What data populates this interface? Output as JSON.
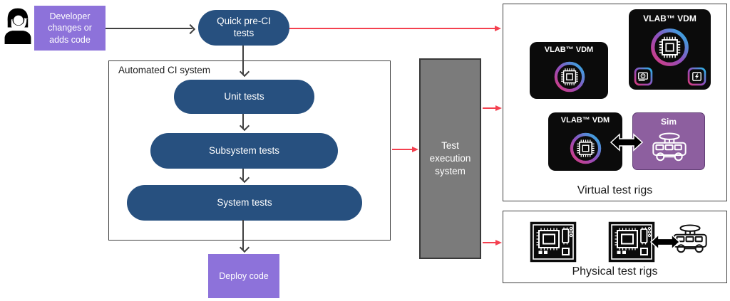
{
  "developer_box": {
    "label": "Developer changes or adds code"
  },
  "pre_ci_pill": {
    "label": "Quick pre-CI tests"
  },
  "ci_system": {
    "title": "Automated CI system",
    "stages": [
      "Unit tests",
      "Subsystem tests",
      "System tests"
    ]
  },
  "deploy_box": {
    "label": "Deploy code"
  },
  "test_execution": {
    "label": "Test execution system"
  },
  "virtual_rigs": {
    "title": "Virtual test rigs",
    "vdm_label": "VLAB™ VDM",
    "sim_label": "Sim"
  },
  "physical_rigs": {
    "title": "Physical test rigs"
  },
  "icons": {
    "developer": "person-silhouette",
    "vdm_core": "chip-in-gradient-ring",
    "vdm_gpu": "gpu-card-chip",
    "vdm_power": "bolt-chip",
    "sim_vehicle": "van-with-lidar",
    "physical_board": "circuit-board",
    "link": "double-headed-arrow"
  },
  "colors": {
    "stage_blue": "#27507f",
    "action_purple": "#8d72da",
    "sim_purple": "#8d5f9f",
    "signal_red": "#f4404f",
    "executor_gray": "#7b7b7b",
    "device_black": "#0b0b0b",
    "ring_gradient": [
      "#d93a7c",
      "#8f4fbe",
      "#29b6e8"
    ]
  }
}
